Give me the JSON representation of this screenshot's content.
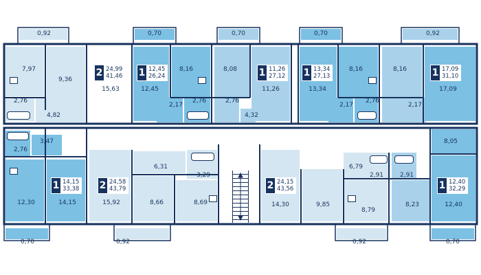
{
  "plan": {
    "colors": {
      "light": "#d4e6f1",
      "mid": "#a9d2ea",
      "dark": "#7cc0e4",
      "walls": "#17325e",
      "badge_dark": "#17325e"
    },
    "balconies": {
      "top": [
        "0,92",
        "0,70",
        "0,70",
        "0,70",
        "0,92"
      ],
      "bottom": [
        "0,70",
        "0,92",
        "0,92",
        "0,70"
      ]
    },
    "apartments": {
      "top_1": {
        "rooms": "2",
        "living_area": "24,99",
        "total_area": "41,46"
      },
      "top_2": {
        "rooms": "1",
        "living_area": "12,45",
        "total_area": "26,24"
      },
      "top_3": {
        "rooms": "1",
        "living_area": "11,26",
        "total_area": "27,12"
      },
      "top_4": {
        "rooms": "1",
        "living_area": "13,34",
        "total_area": "27,13"
      },
      "top_5": {
        "rooms": "1",
        "living_area": "17,09",
        "total_area": "31,10"
      },
      "bottom_1": {
        "rooms": "1",
        "living_area": "14,15",
        "total_area": "33,38"
      },
      "bottom_2": {
        "rooms": "2",
        "living_area": "24,58",
        "total_area": "43,79"
      },
      "bottom_3": {
        "rooms": "2",
        "living_area": "24,15",
        "total_area": "43,56"
      },
      "bottom_4": {
        "rooms": "1",
        "living_area": "12,40",
        "total_area": "32,29"
      }
    },
    "room_areas": {
      "a797": "7,97",
      "a936": "9,36",
      "a1563": "15,63",
      "a1245": "12,45",
      "a816a": "8,16",
      "a808": "8,08",
      "a1126": "11,26",
      "a1334": "13,34",
      "a816b": "8,16",
      "a816c": "8,16",
      "a1709": "17,09",
      "a276a": "2,76",
      "a482": "4,82",
      "a217a": "2,17",
      "a276b": "2,76",
      "a276c": "2,76",
      "a432": "4,32",
      "a217b": "2,17",
      "a276d": "2,76",
      "a217c": "2,17",
      "a347": "3,47",
      "a276e": "2,76",
      "a1230": "12,30",
      "a1415": "14,15",
      "a631": "6,31",
      "a329": "3,29",
      "a1592": "15,92",
      "a866": "8,66",
      "a869": "8,69",
      "a1430": "14,30",
      "a985": "9,85",
      "a679": "6,79",
      "a291a": "2,91",
      "a291b": "2,91",
      "a879": "8,79",
      "a823": "8,23",
      "a805": "8,05",
      "a1240": "12,40"
    }
  }
}
